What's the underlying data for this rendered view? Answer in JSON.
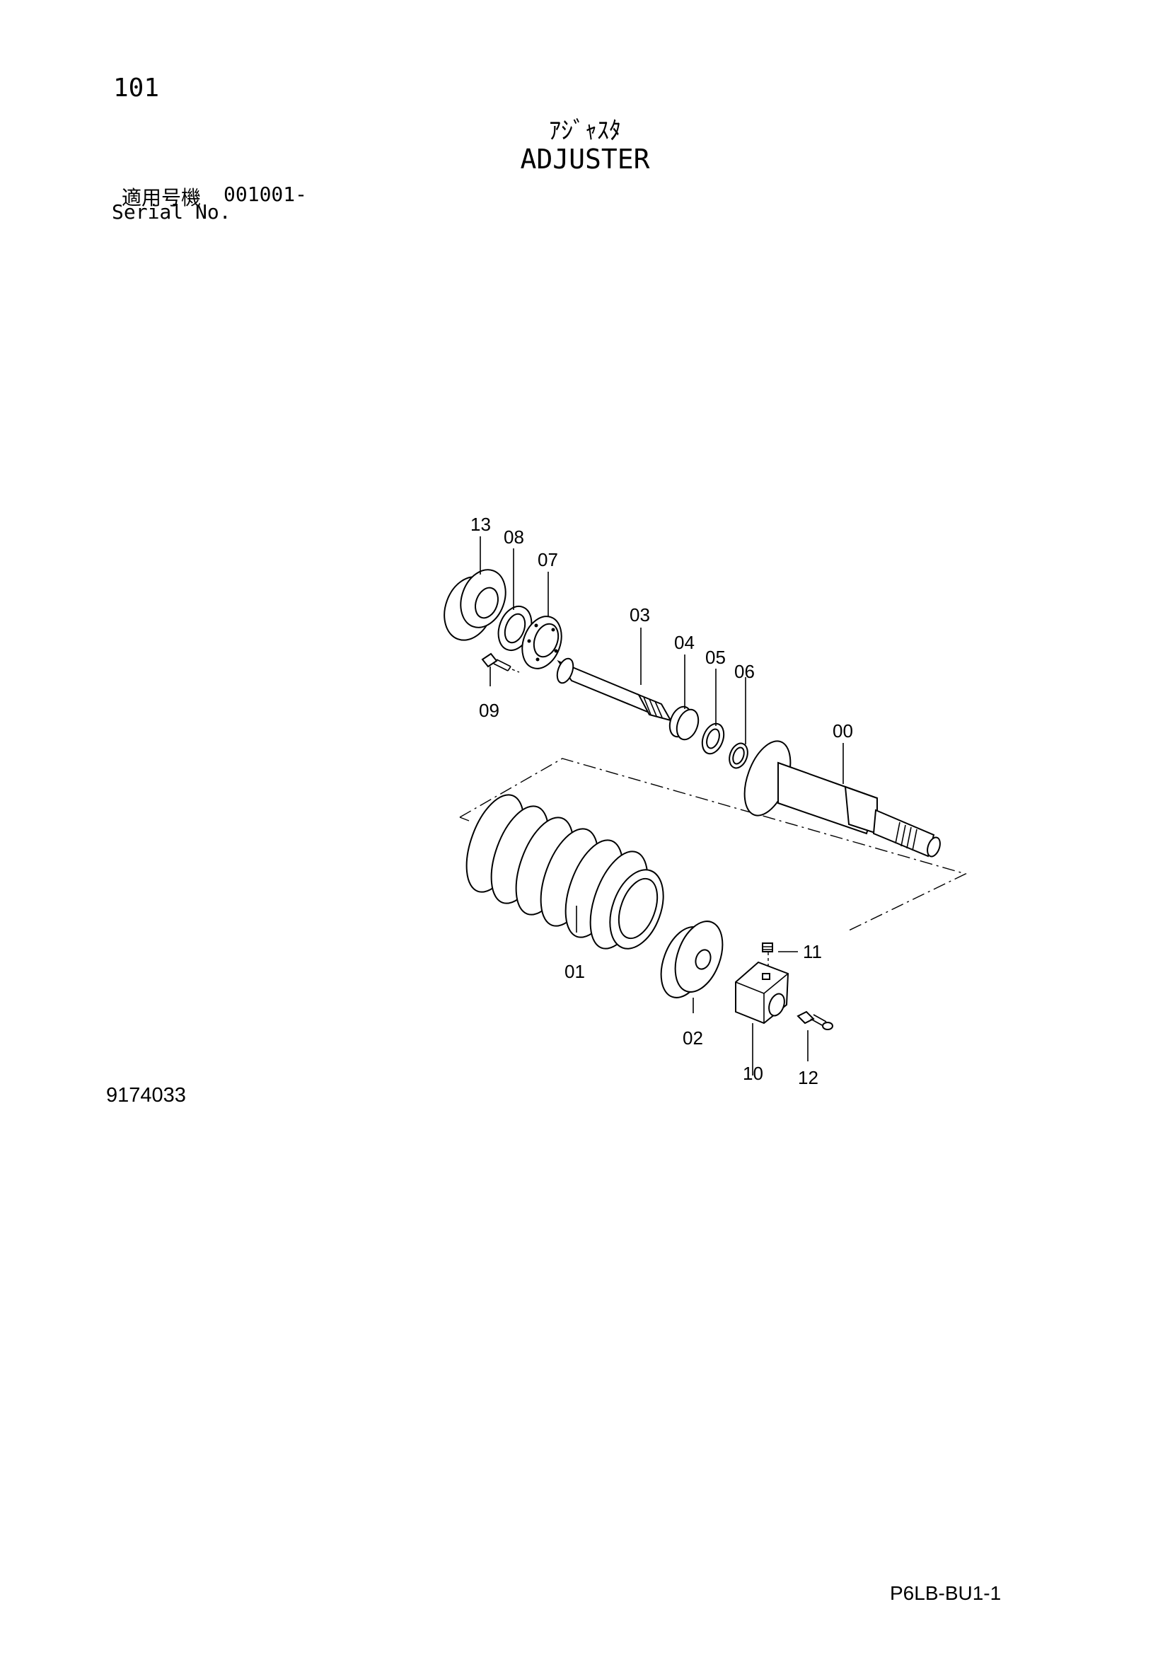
{
  "header": {
    "page_number": "101",
    "title_jp": "ｱｼﾞｬｽﾀ",
    "title_en": "ADJUSTER",
    "serial_label_jp": "適用号機",
    "serial_value": "001001-",
    "serial_label_en": "Serial No."
  },
  "diagram": {
    "part_labels": [
      "13",
      "08",
      "07",
      "03",
      "04",
      "05",
      "06",
      "00",
      "09",
      "01",
      "02",
      "11",
      "10",
      "12"
    ]
  },
  "footer": {
    "drawing_number": "9174033",
    "page_code": "P6LB-BU1-1"
  }
}
